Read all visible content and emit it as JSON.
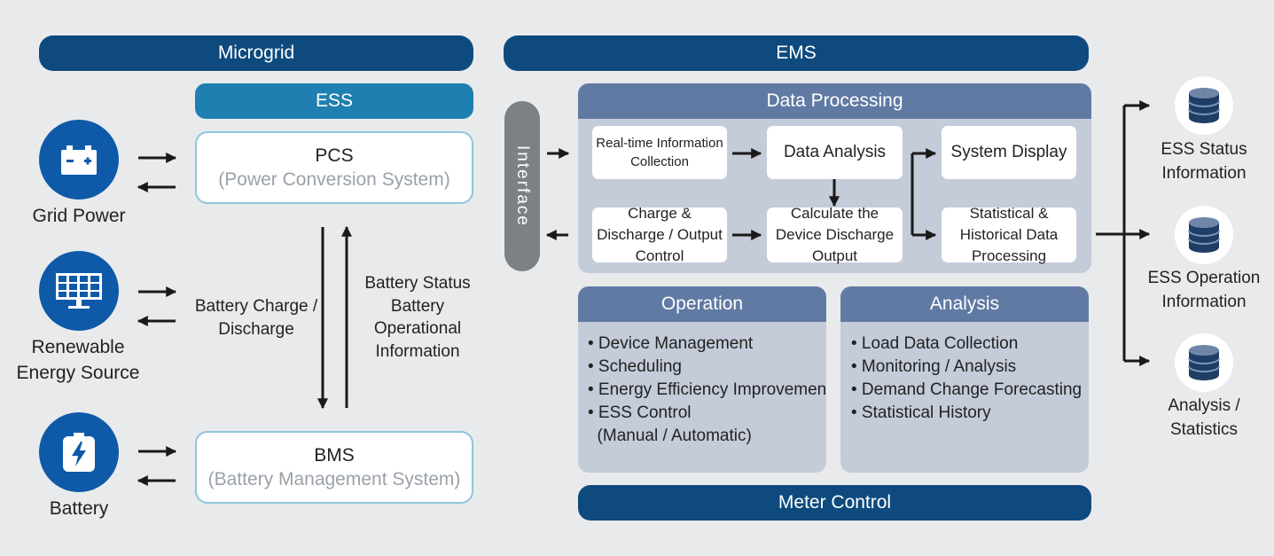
{
  "headers": {
    "microgrid": "Microgrid",
    "ems": "EMS",
    "ess": "ESS",
    "meter_control": "Meter Control"
  },
  "sources": [
    {
      "label": "Grid Power",
      "icon": "battery-car-icon"
    },
    {
      "label": "Renewable Energy Source",
      "icon": "solar-panel-icon"
    },
    {
      "label": "Battery",
      "icon": "lightning-battery-icon"
    }
  ],
  "pcs": {
    "title": "PCS",
    "subtitle": "(Power Conversion System)"
  },
  "bms": {
    "title": "BMS",
    "subtitle": "(Battery Management System)"
  },
  "flows": {
    "charge": "Battery Charge / Discharge",
    "status": "Battery Status Battery Operational Information"
  },
  "interface_label": "Interface",
  "data_processing": {
    "title": "Data Processing",
    "realtime": "Real-time Information Collection",
    "charge_control": "Charge & Discharge / Output Control",
    "analysis": "Data Analysis",
    "calculate": "Calculate the Device Discharge Output",
    "display": "System Display",
    "statistical": "Statistical & Historical Data Processing"
  },
  "operation": {
    "title": "Operation",
    "items": [
      "• Device Management",
      "• Scheduling",
      "• Energy Efficiency Improvement",
      "• ESS Control",
      "  (Manual / Automatic)"
    ]
  },
  "analysis": {
    "title": "Analysis",
    "items": [
      "• Load Data Collection",
      "• Monitoring / Analysis",
      "• Demand Change Forecasting",
      "• Statistical History"
    ]
  },
  "outputs": [
    {
      "label": "ESS Status Information",
      "icon": "database-icon"
    },
    {
      "label": "ESS Operation Information",
      "icon": "database-icon"
    },
    {
      "label": "Analysis / Statistics",
      "icon": "database-icon"
    }
  ],
  "colors": {
    "header_dark": "#0e4a7e",
    "ess_teal": "#1f7fb0",
    "panel_bg": "#c4cbd9",
    "panel_head": "#617aa3",
    "icon_blue": "#0e5aa8",
    "interface_gray": "#7d8184"
  }
}
